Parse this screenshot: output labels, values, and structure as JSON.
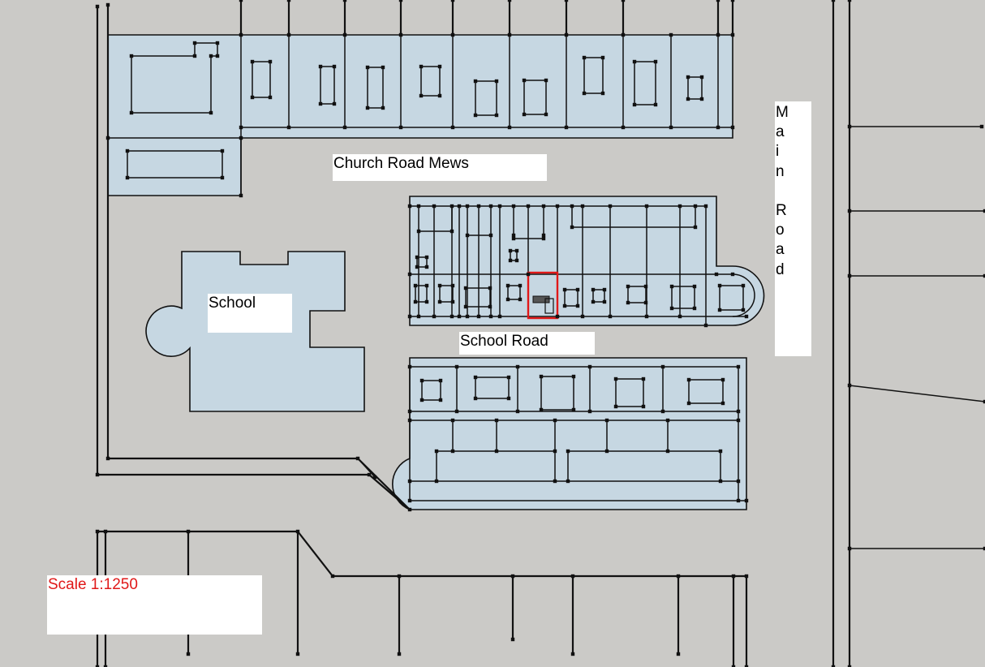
{
  "labels": {
    "church_road_mews": "Church Road Mews",
    "school": "School",
    "school_road": "School Road",
    "main_road": "Main Road",
    "scale": "Scale 1:1250"
  },
  "colors": {
    "background": "#cbcac7",
    "parcel_fill": "#c6d7e2",
    "line": "#000000",
    "highlight": "#e01818",
    "scale_text": "#e01818"
  },
  "highlighted_plot": "selected-property"
}
